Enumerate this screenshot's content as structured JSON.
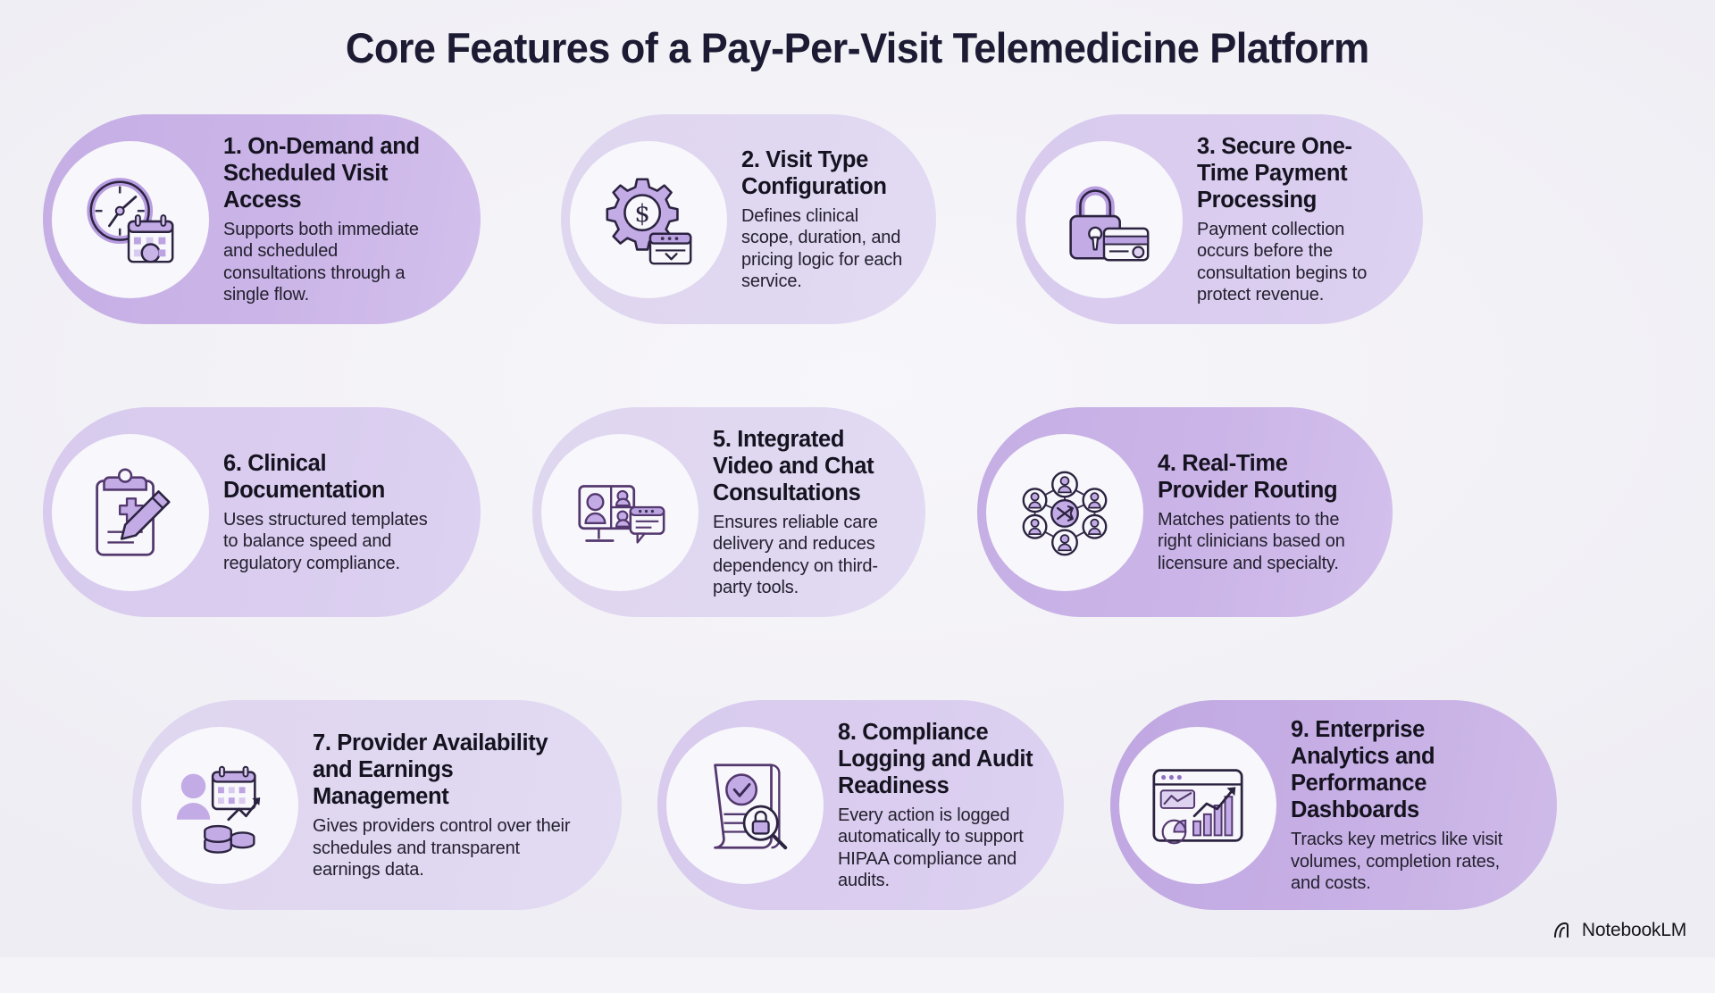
{
  "page": {
    "title": "Core Features of a Pay-Per-Visit Telemedicine Platform",
    "background_color": "#f4f3f7",
    "accent_color": "#c4aee4",
    "title_color": "#1d1b33",
    "text_color": "#15131f"
  },
  "cards": [
    {
      "number": "1.",
      "title": "1. On-Demand and Scheduled Visit Access",
      "desc": "Supports both immediate and scheduled consultations through a single flow.",
      "icon": "clock-calendar-icon",
      "fill": "#c4aee4"
    },
    {
      "number": "2.",
      "title": "2. Visit Type Configuration",
      "desc": "Defines clinical scope, duration, and pricing logic for each service.",
      "icon": "gear-dollar-icon",
      "fill": "#dfd6f0"
    },
    {
      "number": "3.",
      "title": "3. Secure One-Time Payment Processing",
      "desc": "Payment collection occurs before the consultation begins to protect revenue.",
      "icon": "lock-credit-card-icon",
      "fill": "#d8cbee"
    },
    {
      "number": "6.",
      "title": "6. Clinical Documentation",
      "desc": "Uses structured templates to balance speed and regulatory compliance.",
      "icon": "clipboard-pencil-icon",
      "fill": "#d8cbee"
    },
    {
      "number": "5.",
      "title": "5. Integrated Video and Chat Consultations",
      "desc": "Ensures reliable care delivery and reduces dependency on third-party tools.",
      "icon": "video-chat-icon",
      "fill": "#dfd6f0"
    },
    {
      "number": "4.",
      "title": "4. Real-Time Provider Routing",
      "desc": "Matches patients to the right clinicians based on licensure and specialty.",
      "icon": "provider-network-icon",
      "fill": "#c4aee4"
    },
    {
      "number": "7.",
      "title": "7. Provider Availability and Earnings Management",
      "desc": "Gives providers control over their schedules and transparent earnings data.",
      "icon": "provider-earnings-icon",
      "fill": "#dfd6f0"
    },
    {
      "number": "8.",
      "title": "8. Compliance Logging and Audit Readiness",
      "desc": "Every action is logged automatically to support HIPAA compliance and audits.",
      "icon": "audit-document-icon",
      "fill": "#d8cbee"
    },
    {
      "number": "9.",
      "title": "9. Enterprise Analytics and Performance Dashboards",
      "desc": "Tracks key metrics like visit volumes, completion rates, and costs.",
      "icon": "analytics-dashboard-icon",
      "fill": "#c0a7e2"
    }
  ],
  "footer": {
    "brand": "NotebookLM",
    "logo_icon": "notebooklm-logo-icon"
  }
}
